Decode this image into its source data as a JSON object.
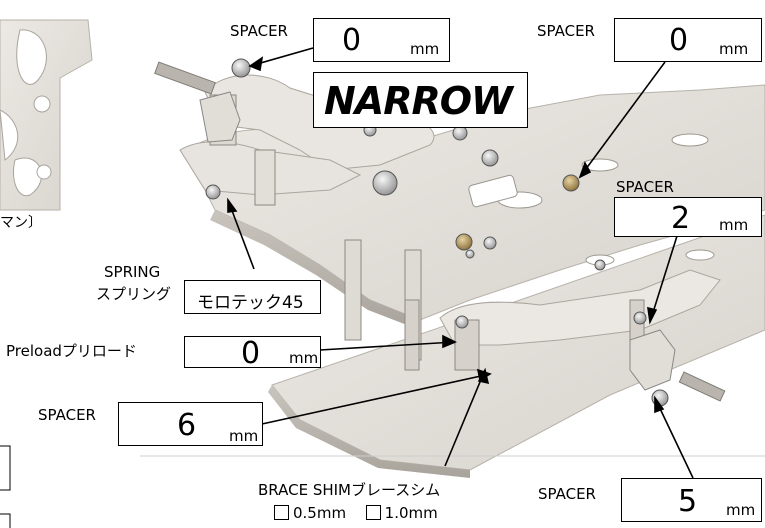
{
  "spacer_label": "SPACER",
  "mm": "mm",
  "spacer_top_center": "0",
  "spacer_top_right": "0",
  "spacer_right_upper": "2",
  "spacer_left_lower": "6",
  "spacer_right_lower": "5",
  "narrow_logo": "NARROW",
  "spring_en": "SPRING",
  "spring_jp": "スプリング",
  "spring_value": "モロテック45",
  "preload_en": "Preload",
  "preload_jp": "プリロード",
  "preload_value": "0",
  "brace_shim_en": "BRACE SHIM",
  "brace_shim_jp": "ブレースシム",
  "shim_option_1": "0.5mm",
  "shim_option_2": "1.0mm",
  "left_fragment_text": "マン〕"
}
